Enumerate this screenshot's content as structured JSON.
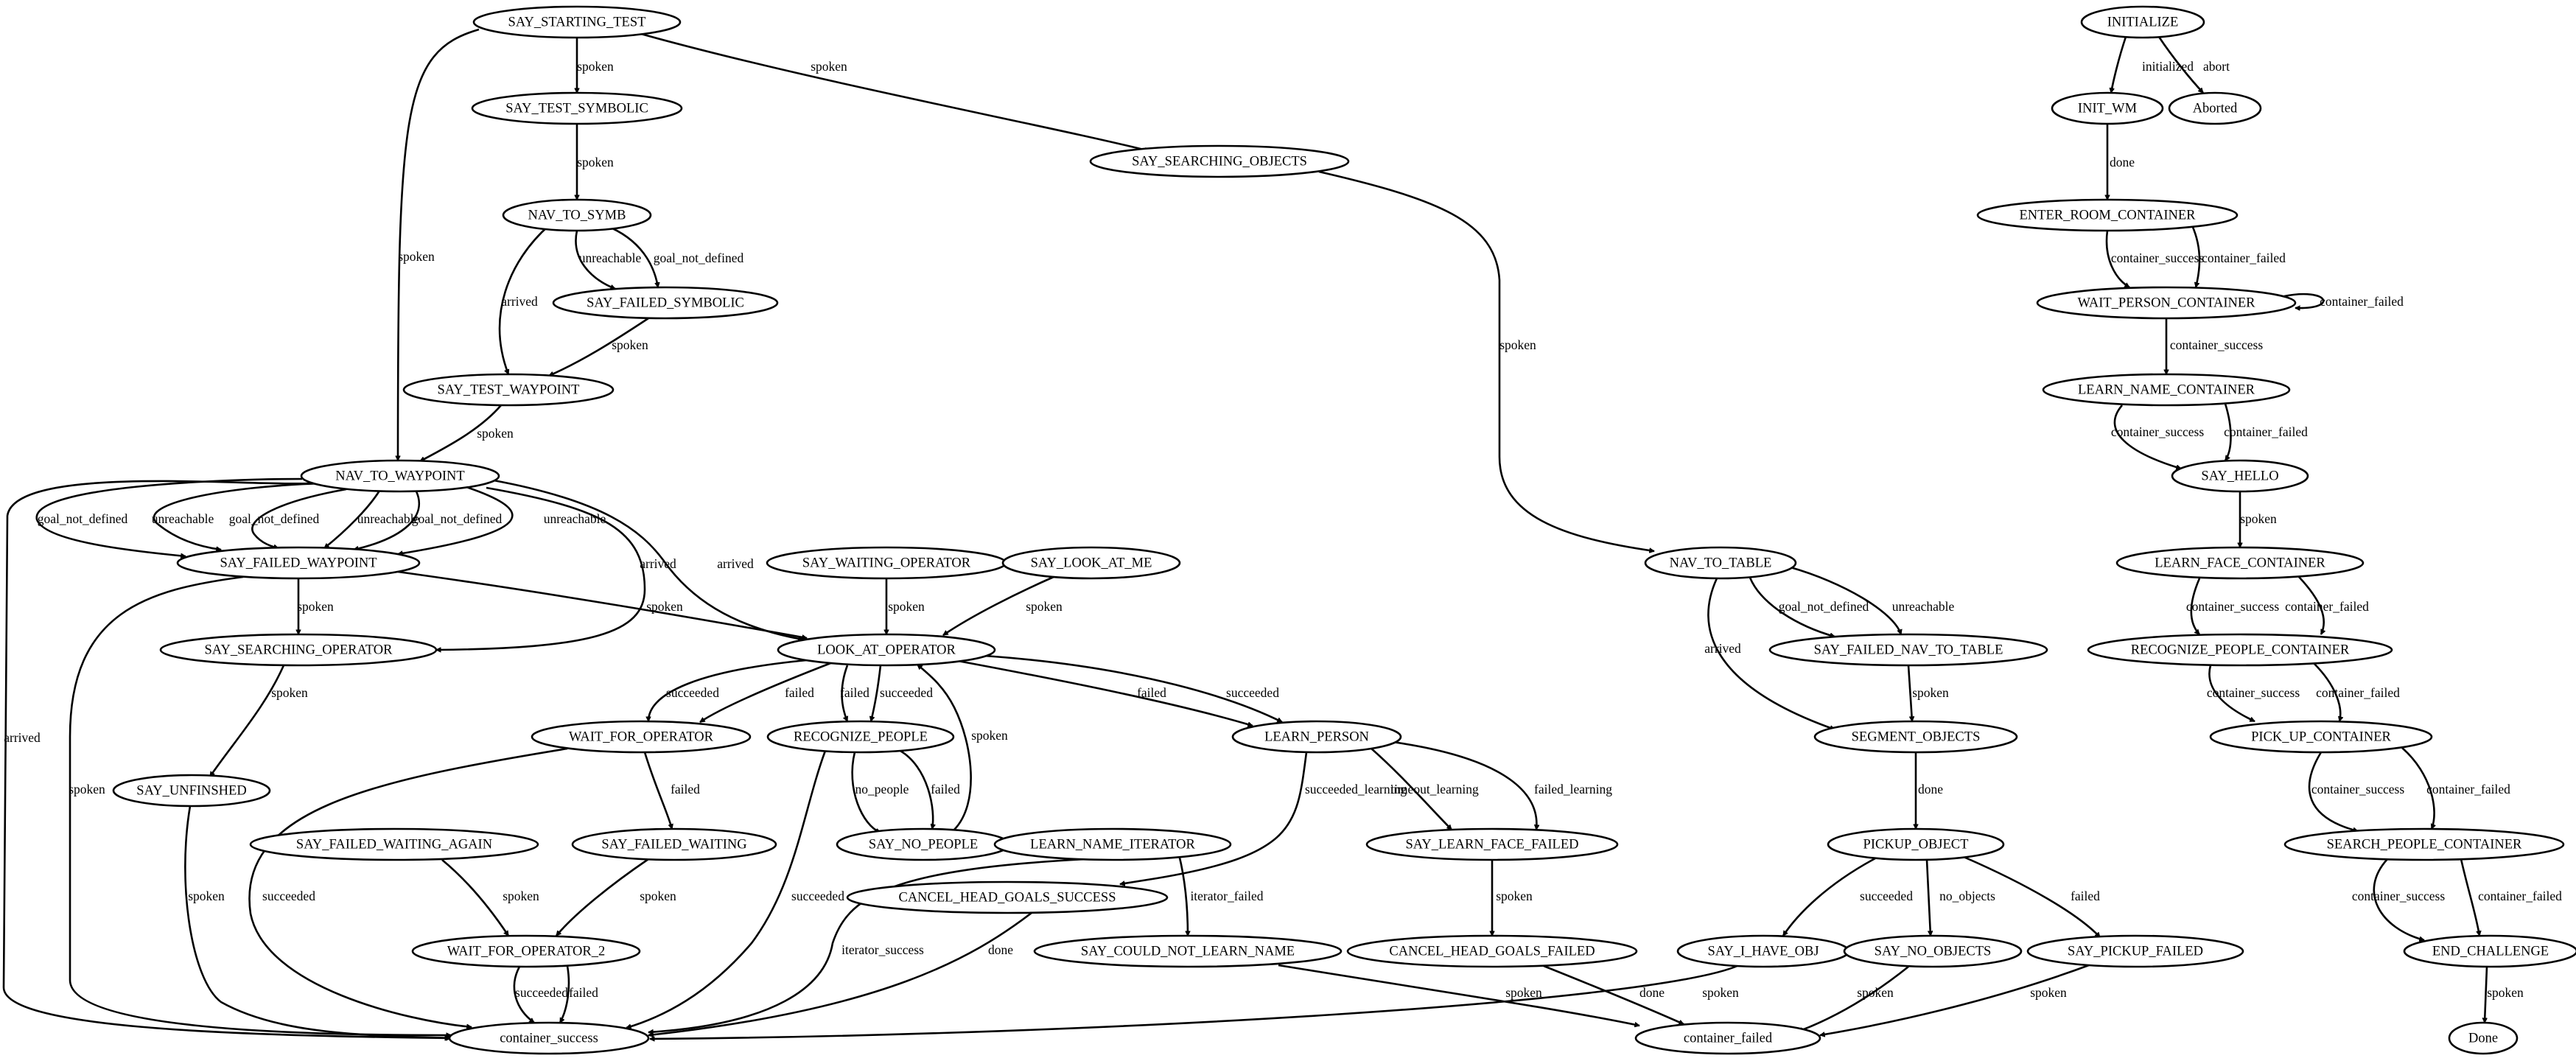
{
  "diagram": {
    "nodes": {
      "say_starting_test": "SAY_STARTING_TEST",
      "say_test_symbolic": "SAY_TEST_SYMBOLIC",
      "nav_to_symb": "NAV_TO_SYMB",
      "say_failed_symbolic": "SAY_FAILED_SYMBOLIC",
      "say_test_waypoint": "SAY_TEST_WAYPOINT",
      "nav_to_waypoint": "NAV_TO_WAYPOINT",
      "say_failed_waypoint": "SAY_FAILED_WAYPOINT",
      "say_searching_operator": "SAY_SEARCHING_OPERATOR",
      "say_unfinshed": "SAY_UNFINSHED",
      "say_waiting_operator": "SAY_WAITING_OPERATOR",
      "say_look_at_me": "SAY_LOOK_AT_ME",
      "look_at_operator": "LOOK_AT_OPERATOR",
      "wait_for_operator": "WAIT_FOR_OPERATOR",
      "recognize_people": "RECOGNIZE_PEOPLE",
      "say_no_people": "SAY_NO_PEOPLE",
      "learn_person": "LEARN_PERSON",
      "say_failed_waiting_again": "SAY_FAILED_WAITING_AGAIN",
      "say_failed_waiting": "SAY_FAILED_WAITING",
      "wait_for_operator_2": "WAIT_FOR_OPERATOR_2",
      "learn_name_iterator": "LEARN_NAME_ITERATOR",
      "cancel_head_goals_success": "CANCEL_HEAD_GOALS_SUCCESS",
      "say_could_not_learn_name": "SAY_COULD_NOT_LEARN_NAME",
      "say_learn_face_failed": "SAY_LEARN_FACE_FAILED",
      "cancel_head_goals_failed": "CANCEL_HEAD_GOALS_FAILED",
      "container_success": "container_success",
      "container_failed": "container_failed",
      "say_searching_objects": "SAY_SEARCHING_OBJECTS",
      "nav_to_table": "NAV_TO_TABLE",
      "say_failed_nav_to_table": "SAY_FAILED_NAV_TO_TABLE",
      "segment_objects": "SEGMENT_OBJECTS",
      "pickup_object": "PICKUP_OBJECT",
      "say_i_have_obj": "SAY_I_HAVE_OBJ",
      "say_no_objects": "SAY_NO_OBJECTS",
      "say_pickup_failed": "SAY_PICKUP_FAILED",
      "initialize": "INITIALIZE",
      "init_wm": "INIT_WM",
      "aborted": "Aborted",
      "enter_room_container": "ENTER_ROOM_CONTAINER",
      "wait_person_container": "WAIT_PERSON_CONTAINER",
      "learn_name_container": "LEARN_NAME_CONTAINER",
      "say_hello": "SAY_HELLO",
      "learn_face_container": "LEARN_FACE_CONTAINER",
      "recognize_people_container": "RECOGNIZE_PEOPLE_CONTAINER",
      "pick_up_container": "PICK_UP_CONTAINER",
      "search_people_container": "SEARCH_PEOPLE_CONTAINER",
      "end_challenge": "END_CHALLENGE",
      "done": "Done"
    },
    "edge_labels": {
      "spoken": "spoken",
      "arrived": "arrived",
      "unreachable": "unreachable",
      "goal_not_defined": "goal_not_defined",
      "succeeded": "succeeded",
      "failed": "failed",
      "no_people": "no_people",
      "succeeded_learning": "succeeded_learning",
      "timeout_learning": "timeout_learning",
      "failed_learning": "failed_learning",
      "iterator_failed": "iterator_failed",
      "iterator_success": "iterator_success",
      "done": "done",
      "no_objects": "no_objects",
      "initialized": "initialized",
      "abort": "abort",
      "container_success": "container_success",
      "container_failed": "container_failed"
    }
  }
}
